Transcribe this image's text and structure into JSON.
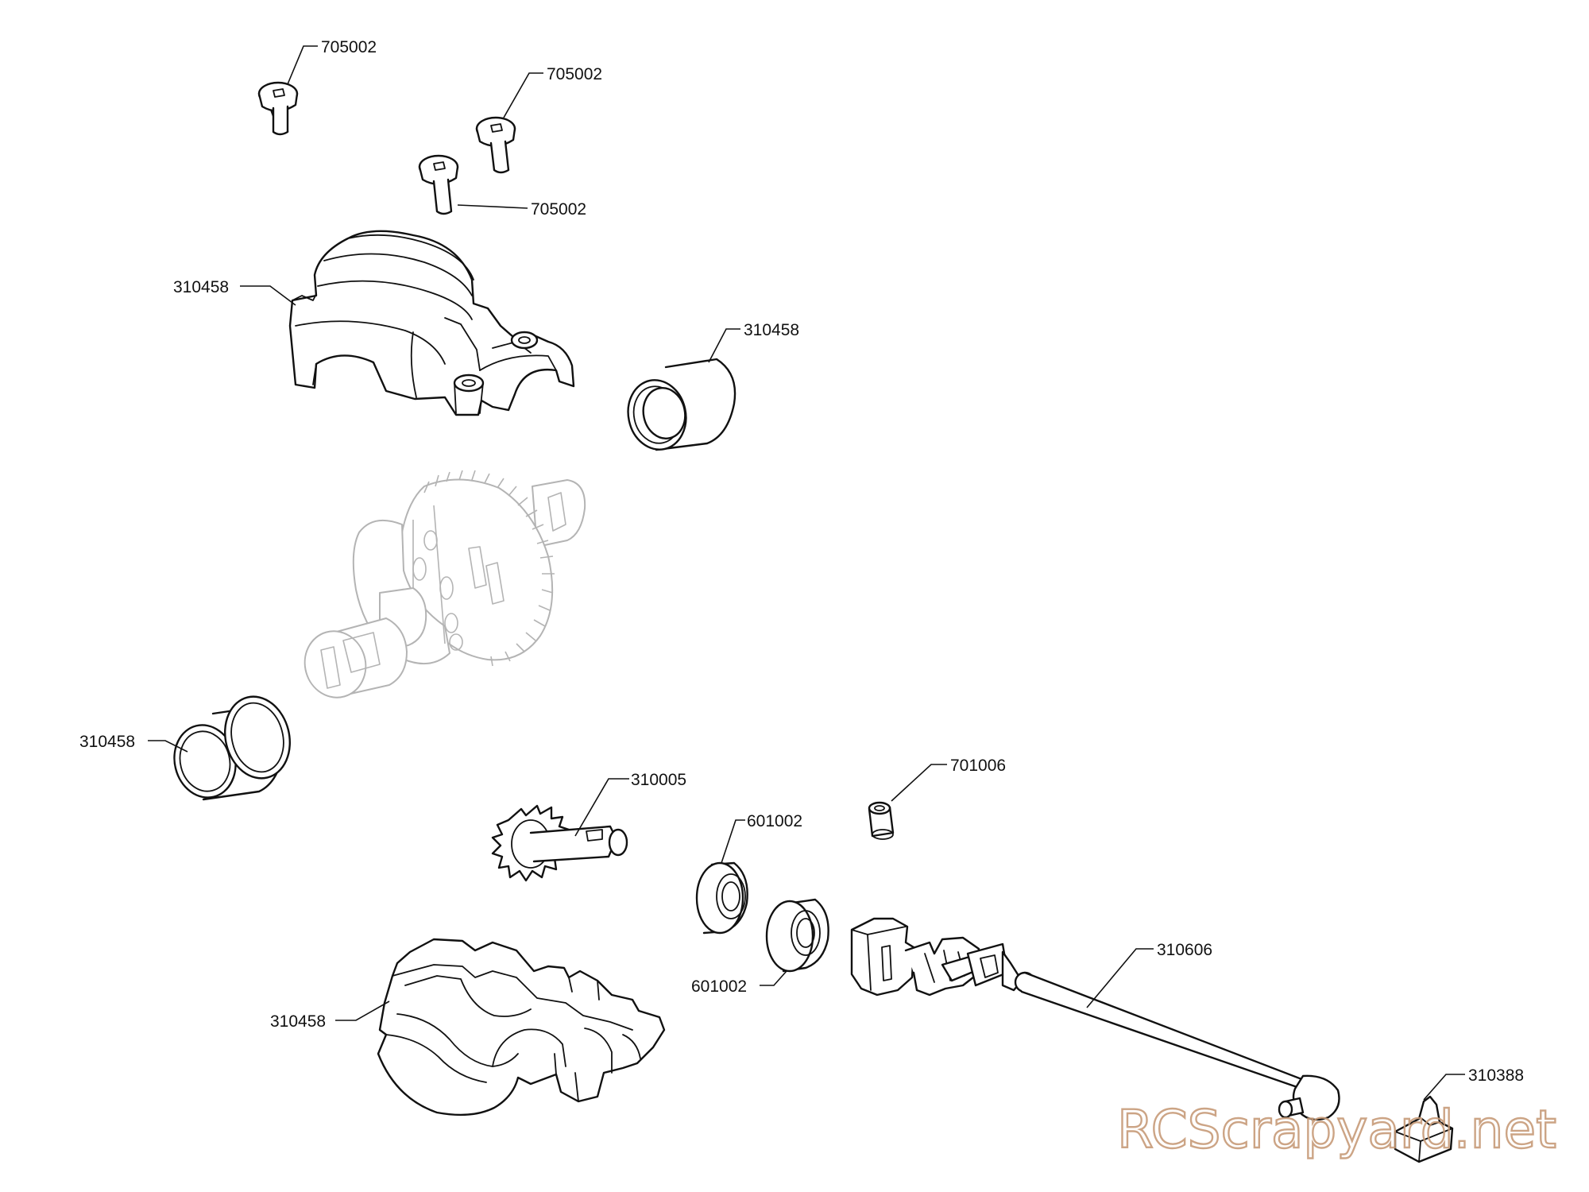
{
  "parts": [
    {
      "id": "screw-a",
      "number": "705002"
    },
    {
      "id": "screw-b",
      "number": "705002"
    },
    {
      "id": "screw-c",
      "number": "705002"
    },
    {
      "id": "housing-top",
      "number": "310458"
    },
    {
      "id": "bushing-right",
      "number": "310458"
    },
    {
      "id": "bushing-left",
      "number": "310458"
    },
    {
      "id": "pinion-gear",
      "number": "310005"
    },
    {
      "id": "setscrew",
      "number": "701006"
    },
    {
      "id": "bearing-a",
      "number": "601002"
    },
    {
      "id": "bearing-b",
      "number": "601002"
    },
    {
      "id": "housing-bottom",
      "number": "310458"
    },
    {
      "id": "driveshaft",
      "number": "310606"
    },
    {
      "id": "clip",
      "number": "310388"
    }
  ],
  "watermark": "RCScrapyard.net",
  "colors": {
    "line": "#111111",
    "ghost": "#b4b4b4",
    "watermark": "#c79b78",
    "background": "#ffffff"
  }
}
